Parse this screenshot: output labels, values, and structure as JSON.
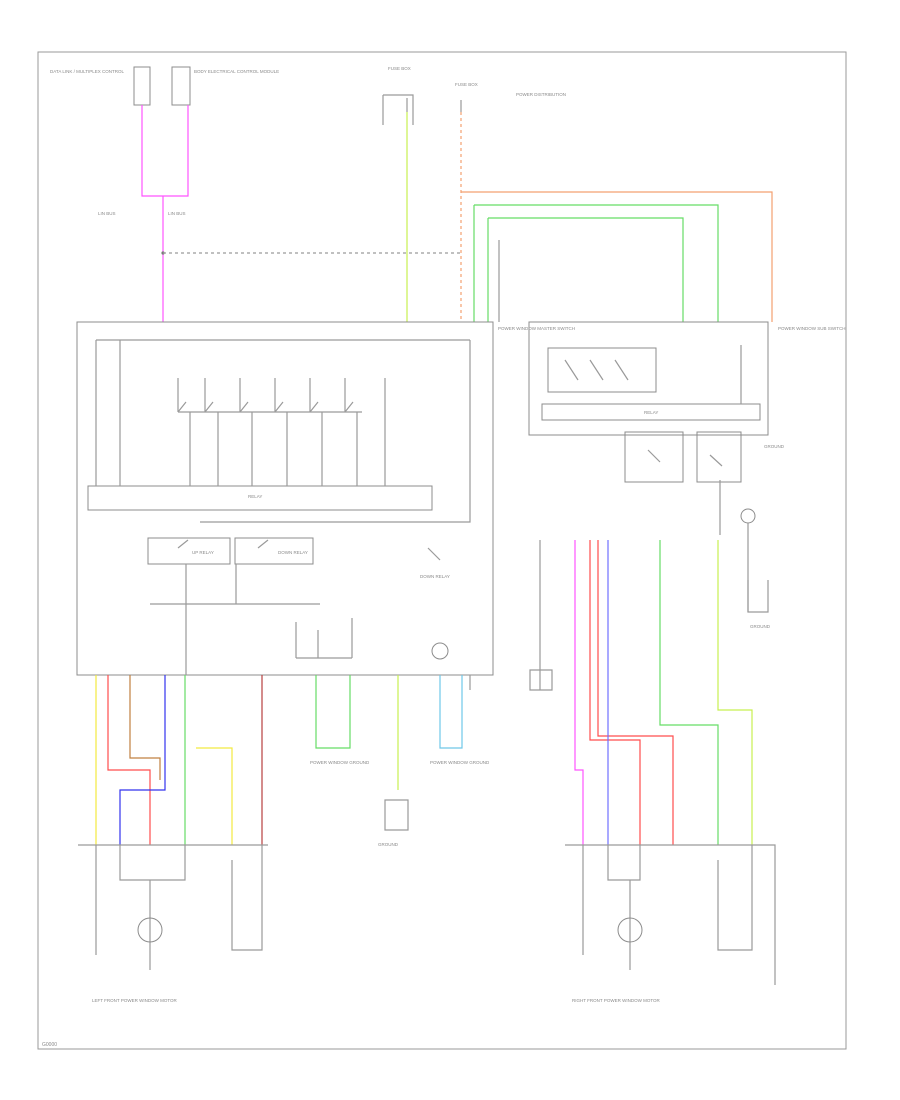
{
  "page": {
    "corner_label": "G0000",
    "colors": {
      "background": "#ffffff",
      "line_gray": "#9a9a9a",
      "wire_pink": "#ff55ff",
      "wire_yellow_green": "#c8f050",
      "wire_green": "#66dd66",
      "wire_orange": "#f4a070",
      "wire_red": "#ff4d4d",
      "wire_blue": "#3333ee",
      "wire_purple": "#7070ff",
      "wire_yellow": "#f2ea40",
      "wire_light_blue": "#6fc8e8",
      "wire_dark_red": "#b84040"
    }
  },
  "labels": {
    "top_left_module_a": "DATA LINK / MULTIPLEX CONTROL",
    "top_left_module_b": "BODY ELECTRICAL CONTROL MODULE",
    "top_left_wires_a": "LIN BUS",
    "top_left_wires_b": "LIN BUS",
    "top_center_fuse_a": "FUSE BOX",
    "top_center_fuse_b": "FUSE BOX",
    "top_center_fuse_c": "POWER DISTRIBUTION",
    "left_master_switch": "POWER WINDOW MASTER SWITCH",
    "right_subswitch": "POWER WINDOW SUB SWITCH",
    "left_mid_relay": "RELAY",
    "right_mid_relay": "RELAY",
    "left_motor_relay_a": "UP RELAY",
    "left_motor_relay_b": "DOWN RELAY",
    "left_motor_relay_c": "DOWN RELAY",
    "bottom_left_motor": "LEFT FRONT POWER WINDOW MOTOR",
    "bottom_right_motor": "RIGHT FRONT POWER WINDOW MOTOR",
    "bottom_center_ground": "GROUND",
    "bottom_mid_left": "POWER WINDOW GROUND",
    "bottom_mid_right": "POWER WINDOW GROUND",
    "bottom_right_small": "GROUND",
    "right_mid_small": "GROUND"
  }
}
